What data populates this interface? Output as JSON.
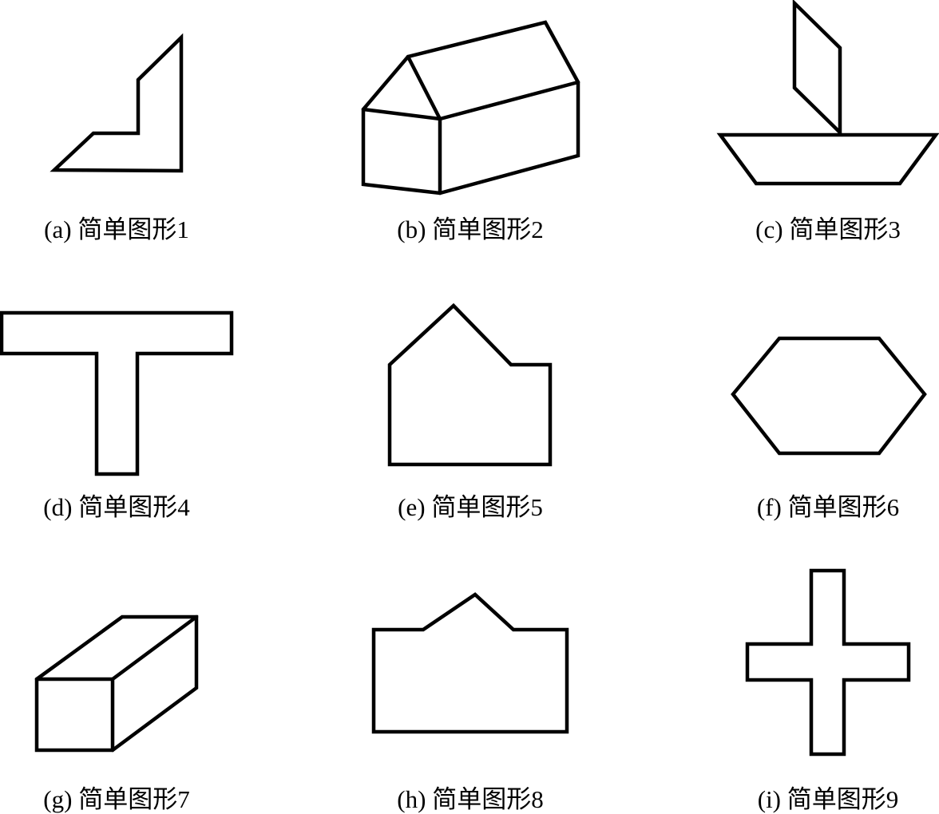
{
  "figures": [
    {
      "id": "a",
      "caption": "(a) 简单图形1"
    },
    {
      "id": "b",
      "caption": "(b) 简单图形2"
    },
    {
      "id": "c",
      "caption": "(c) 简单图形3"
    },
    {
      "id": "d",
      "caption": "(d) 简单图形4"
    },
    {
      "id": "e",
      "caption": "(e) 简单图形5"
    },
    {
      "id": "f",
      "caption": "(f) 简单图形6"
    },
    {
      "id": "g",
      "caption": "(g) 简单图形7"
    },
    {
      "id": "h",
      "caption": "(h) 简单图形8"
    },
    {
      "id": "i",
      "caption": "(i) 简单图形9"
    }
  ],
  "colors": {
    "stroke": "#000000",
    "background": "#ffffff"
  }
}
